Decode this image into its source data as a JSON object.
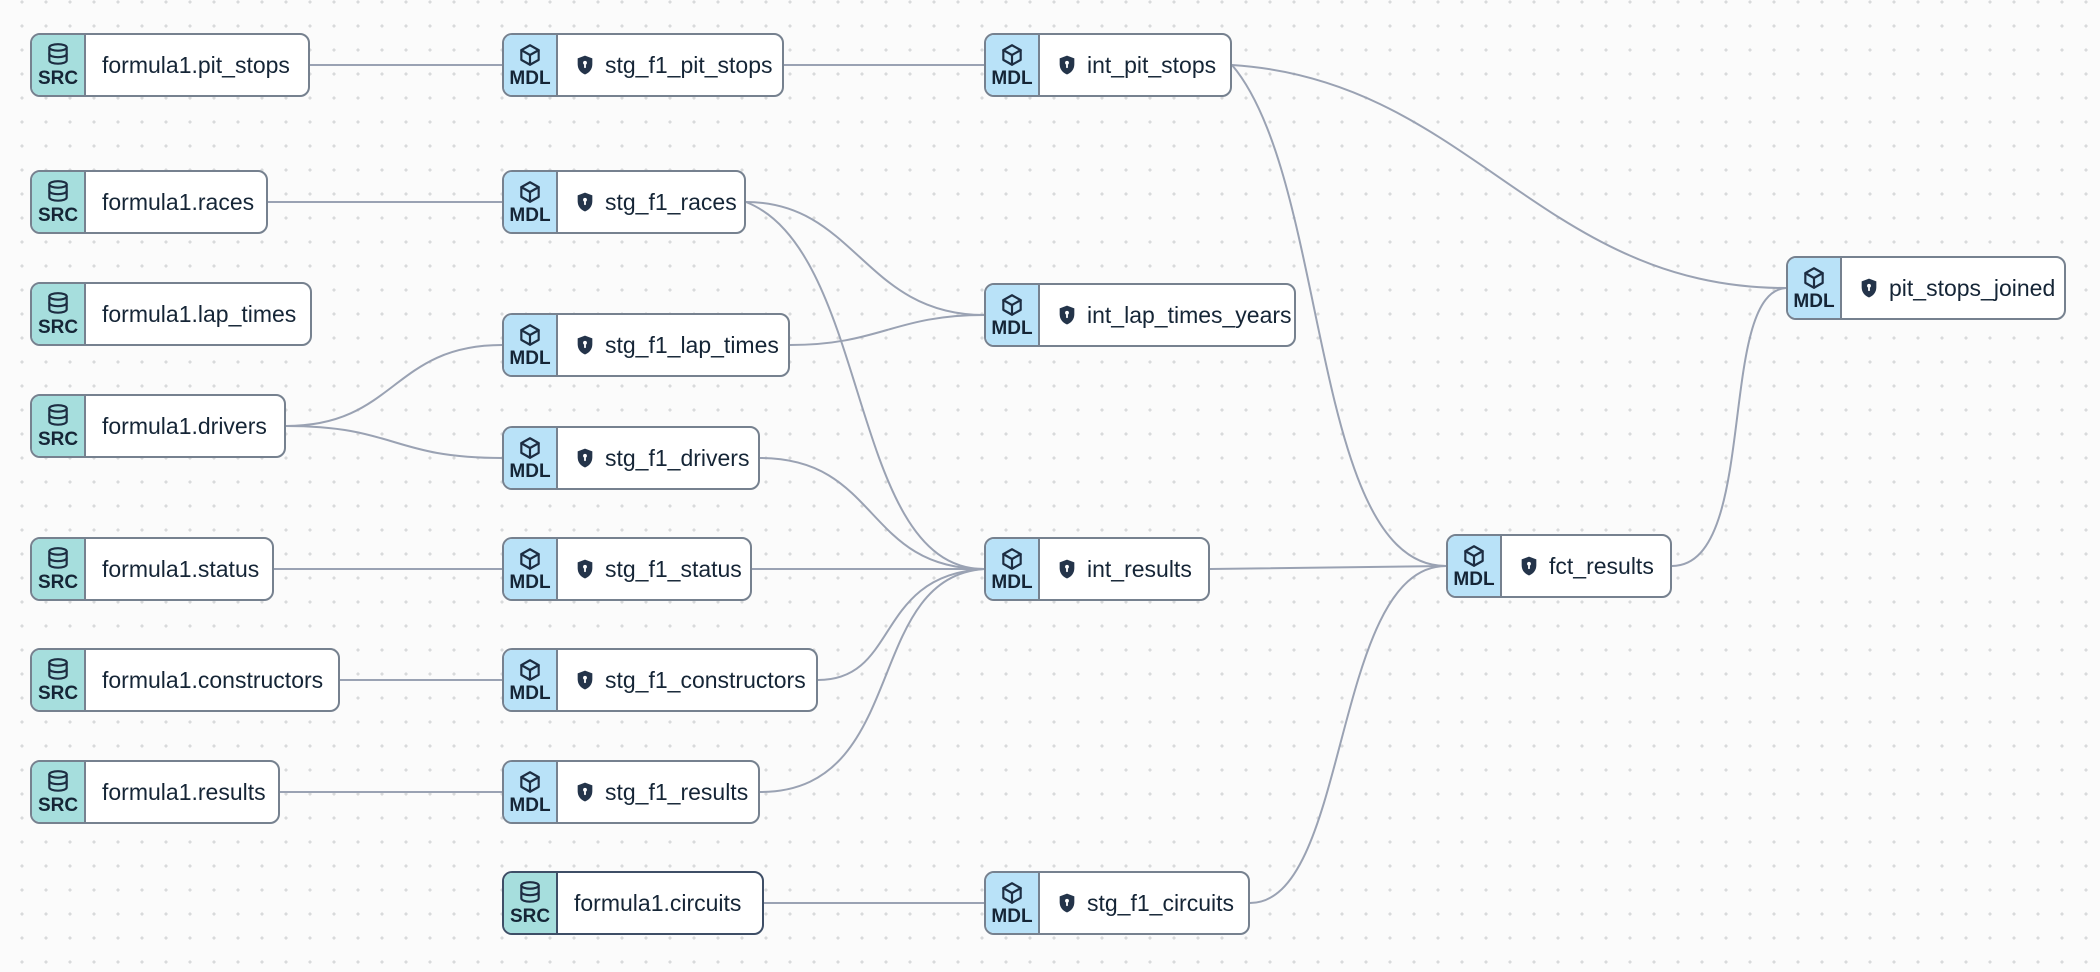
{
  "app": {
    "view": "data-lineage-graph",
    "colors": {
      "background": "#fbfbfb",
      "grid_dot": "#d8dadb",
      "edge": "#9aa2b3",
      "node_border": "#76818f",
      "node_border_selected": "#3e4e66",
      "node_background": "#ffffff",
      "source_badge_background": "#a6dedd",
      "model_badge_background": "#b9e2f8",
      "text": "#152536",
      "shield_fill": "#24344a"
    },
    "badge_labels": {
      "source": "SRC",
      "model": "MDL"
    }
  },
  "nodes": [
    {
      "id": "src_pit_stops",
      "kind": "source",
      "badge": "SRC",
      "label": "formula1.pit_stops",
      "icon": "database-icon",
      "shield": false,
      "selected": false
    },
    {
      "id": "src_races",
      "kind": "source",
      "badge": "SRC",
      "label": "formula1.races",
      "icon": "database-icon",
      "shield": false,
      "selected": false
    },
    {
      "id": "src_lap_times",
      "kind": "source",
      "badge": "SRC",
      "label": "formula1.lap_times",
      "icon": "database-icon",
      "shield": false,
      "selected": false
    },
    {
      "id": "src_drivers",
      "kind": "source",
      "badge": "SRC",
      "label": "formula1.drivers",
      "icon": "database-icon",
      "shield": false,
      "selected": false
    },
    {
      "id": "src_status",
      "kind": "source",
      "badge": "SRC",
      "label": "formula1.status",
      "icon": "database-icon",
      "shield": false,
      "selected": false
    },
    {
      "id": "src_constructors",
      "kind": "source",
      "badge": "SRC",
      "label": "formula1.constructors",
      "icon": "database-icon",
      "shield": false,
      "selected": false
    },
    {
      "id": "src_results",
      "kind": "source",
      "badge": "SRC",
      "label": "formula1.results",
      "icon": "database-icon",
      "shield": false,
      "selected": false
    },
    {
      "id": "src_circuits",
      "kind": "source",
      "badge": "SRC",
      "label": "formula1.circuits",
      "icon": "database-icon",
      "shield": false,
      "selected": true
    },
    {
      "id": "stg_f1_pit_stops",
      "kind": "model",
      "badge": "MDL",
      "label": "stg_f1_pit_stops",
      "icon": "package-icon",
      "shield": true,
      "selected": false
    },
    {
      "id": "stg_f1_races",
      "kind": "model",
      "badge": "MDL",
      "label": "stg_f1_races",
      "icon": "package-icon",
      "shield": true,
      "selected": false
    },
    {
      "id": "stg_f1_lap_times",
      "kind": "model",
      "badge": "MDL",
      "label": "stg_f1_lap_times",
      "icon": "package-icon",
      "shield": true,
      "selected": false
    },
    {
      "id": "stg_f1_drivers",
      "kind": "model",
      "badge": "MDL",
      "label": "stg_f1_drivers",
      "icon": "package-icon",
      "shield": true,
      "selected": false
    },
    {
      "id": "stg_f1_status",
      "kind": "model",
      "badge": "MDL",
      "label": "stg_f1_status",
      "icon": "package-icon",
      "shield": true,
      "selected": false
    },
    {
      "id": "stg_f1_constructors",
      "kind": "model",
      "badge": "MDL",
      "label": "stg_f1_constructors",
      "icon": "package-icon",
      "shield": true,
      "selected": false
    },
    {
      "id": "stg_f1_results",
      "kind": "model",
      "badge": "MDL",
      "label": "stg_f1_results",
      "icon": "package-icon",
      "shield": true,
      "selected": false
    },
    {
      "id": "stg_f1_circuits",
      "kind": "model",
      "badge": "MDL",
      "label": "stg_f1_circuits",
      "icon": "package-icon",
      "shield": true,
      "selected": false
    },
    {
      "id": "int_pit_stops",
      "kind": "model",
      "badge": "MDL",
      "label": "int_pit_stops",
      "icon": "package-icon",
      "shield": true,
      "selected": false
    },
    {
      "id": "int_lap_times_years",
      "kind": "model",
      "badge": "MDL",
      "label": "int_lap_times_years",
      "icon": "package-icon",
      "shield": true,
      "selected": false
    },
    {
      "id": "int_results",
      "kind": "model",
      "badge": "MDL",
      "label": "int_results",
      "icon": "package-icon",
      "shield": true,
      "selected": false
    },
    {
      "id": "fct_results",
      "kind": "model",
      "badge": "MDL",
      "label": "fct_results",
      "icon": "package-icon",
      "shield": true,
      "selected": false
    },
    {
      "id": "pit_stops_joined",
      "kind": "model",
      "badge": "MDL",
      "label": "pit_stops_joined",
      "icon": "package-icon",
      "shield": true,
      "selected": false
    }
  ],
  "edges": [
    {
      "from": "src_pit_stops",
      "to": "stg_f1_pit_stops"
    },
    {
      "from": "src_races",
      "to": "stg_f1_races"
    },
    {
      "from": "src_drivers",
      "to": "stg_f1_lap_times"
    },
    {
      "from": "src_drivers",
      "to": "stg_f1_drivers"
    },
    {
      "from": "src_status",
      "to": "stg_f1_status"
    },
    {
      "from": "src_constructors",
      "to": "stg_f1_constructors"
    },
    {
      "from": "src_results",
      "to": "stg_f1_results"
    },
    {
      "from": "src_circuits",
      "to": "stg_f1_circuits"
    },
    {
      "from": "stg_f1_pit_stops",
      "to": "int_pit_stops"
    },
    {
      "from": "stg_f1_races",
      "to": "int_lap_times_years"
    },
    {
      "from": "stg_f1_races",
      "to": "int_results"
    },
    {
      "from": "stg_f1_lap_times",
      "to": "int_lap_times_years"
    },
    {
      "from": "stg_f1_drivers",
      "to": "int_results"
    },
    {
      "from": "stg_f1_status",
      "to": "int_results"
    },
    {
      "from": "stg_f1_constructors",
      "to": "int_results"
    },
    {
      "from": "stg_f1_results",
      "to": "int_results"
    },
    {
      "from": "stg_f1_circuits",
      "to": "fct_results"
    },
    {
      "from": "int_pit_stops",
      "to": "fct_results"
    },
    {
      "from": "int_pit_stops",
      "to": "pit_stops_joined"
    },
    {
      "from": "int_results",
      "to": "fct_results"
    },
    {
      "from": "fct_results",
      "to": "pit_stops_joined"
    }
  ]
}
